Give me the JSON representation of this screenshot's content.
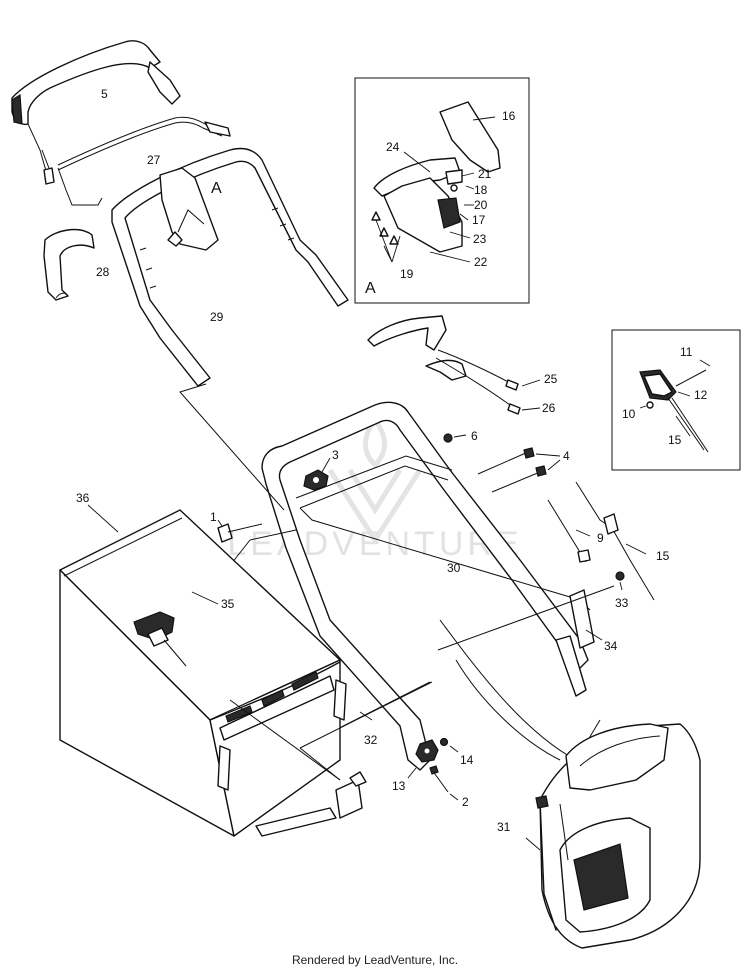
{
  "watermark": {
    "text": "LEADVENTURE"
  },
  "footer": {
    "text": "Rendered by LeadVenture, Inc."
  },
  "inset_letter": "A",
  "main_letter": "A",
  "callouts": {
    "c1": "1",
    "c2": "2",
    "c3": "3",
    "c4": "4",
    "c5": "5",
    "c6": "6",
    "c9": "9",
    "c10": "10",
    "c11": "11",
    "c12": "12",
    "c13": "13",
    "c14": "14",
    "c15a": "15",
    "c15b": "15",
    "c16": "16",
    "c17": "17",
    "c18": "18",
    "c19": "19",
    "c20": "20",
    "c21": "21",
    "c22": "22",
    "c23": "23",
    "c24": "24",
    "c25": "25",
    "c26": "26",
    "c27": "27",
    "c28": "28",
    "c29": "29",
    "c30": "30",
    "c31": "31",
    "c32": "32",
    "c33": "33",
    "c34": "34",
    "c35": "35",
    "c36": "36"
  }
}
